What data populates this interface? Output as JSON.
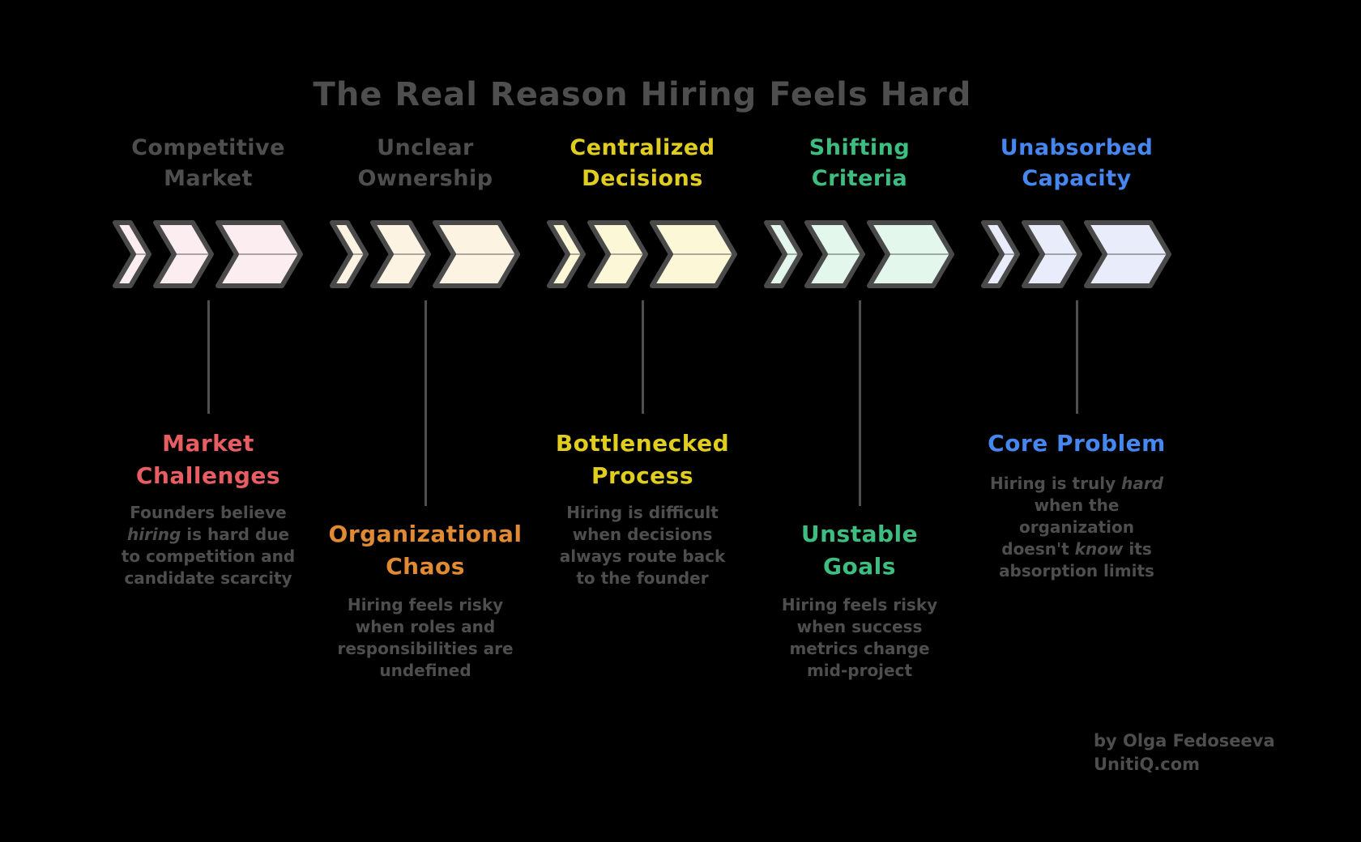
{
  "title": "The Real Reason Hiring Feels Hard",
  "colors": {
    "background": "#000000",
    "text_gray": "#4e4e4e",
    "chevron_outline": "#4a4a4a",
    "red": "#e85d62",
    "orange": "#e08a33",
    "yellow": "#e0cd1e",
    "green": "#3dbd80",
    "blue": "#4686ef"
  },
  "columns": [
    {
      "header": "Competitive\nMarket",
      "header_color": "#4e4e4e",
      "chevron_fill": "#fceef0",
      "label": "Market\nChallenges",
      "label_color": "#e85d62",
      "description": [
        {
          "t": "Founders believe\n"
        },
        {
          "t": "hiring",
          "i": true
        },
        {
          "t": " is hard due\nto competition and\ncandidate scarcity"
        }
      ]
    },
    {
      "header": "Unclear\nOwnership",
      "header_color": "#4e4e4e",
      "chevron_fill": "#fdf3e3",
      "label": "Organizational\nChaos",
      "label_color": "#e08a33",
      "description": [
        {
          "t": "Hiring feels risky\nwhen roles and\nresponsibilities are\nundefined"
        }
      ]
    },
    {
      "header": "Centralized\nDecisions",
      "header_color": "#e0cd1e",
      "chevron_fill": "#fbf7d7",
      "label": "Bottlenecked\nProcess",
      "label_color": "#e0cd1e",
      "description": [
        {
          "t": "Hiring is difficult\nwhen decisions\nalways route back\nto the founder"
        }
      ]
    },
    {
      "header": "Shifting\nCriteria",
      "header_color": "#3dbd80",
      "chevron_fill": "#e3f7ec",
      "label": "Unstable\nGoals",
      "label_color": "#3dbd80",
      "description": [
        {
          "t": "Hiring feels risky\nwhen success\nmetrics change\nmid-project"
        }
      ]
    },
    {
      "header": "Unabsorbed\nCapacity",
      "header_color": "#4686ef",
      "chevron_fill": "#e9edfb",
      "label": "Core Problem",
      "label_color": "#4686ef",
      "description": [
        {
          "t": "Hiring is truly "
        },
        {
          "t": "hard",
          "i": true
        },
        {
          "t": "\nwhen the\norganization\ndoesn't "
        },
        {
          "t": "know",
          "i": true
        },
        {
          "t": " its\nabsorption limits"
        }
      ]
    }
  ],
  "credit": {
    "byline": "by Olga Fedoseeva",
    "site": "UnitiQ.com"
  }
}
